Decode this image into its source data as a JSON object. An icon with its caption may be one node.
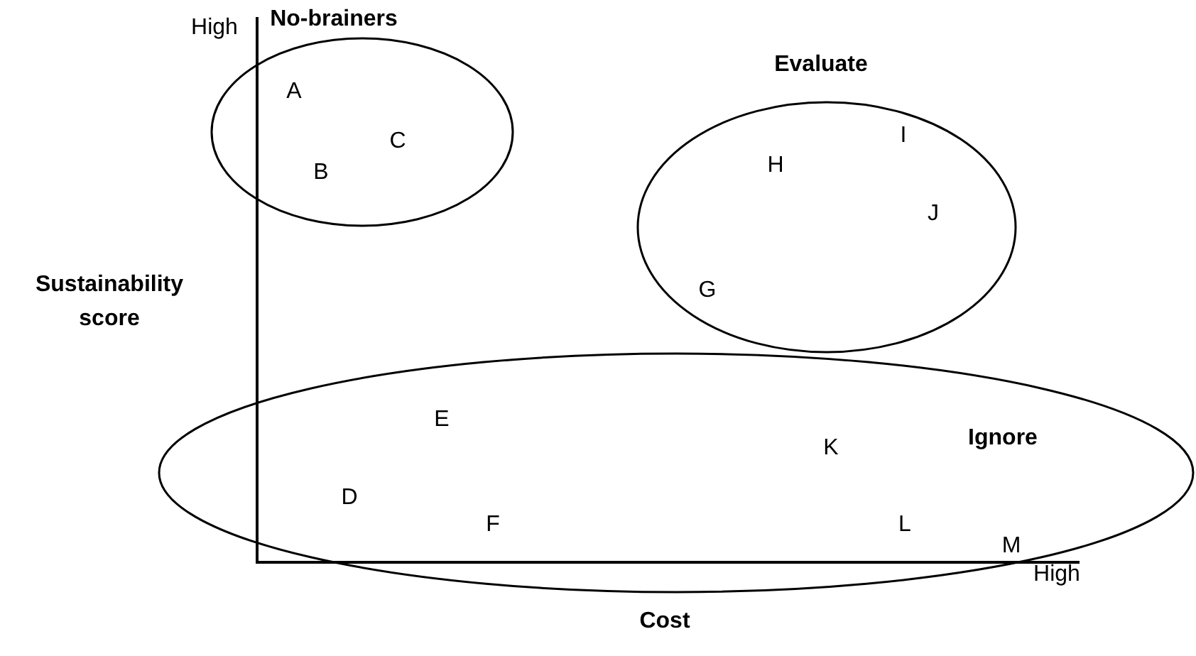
{
  "diagram": {
    "nodes": [
      {
        "text": [
          "No-brainers",
          "A",
          "B",
          "C"
        ]
      },
      {
        "text": [
          "Evaluate",
          "H",
          "I",
          "J",
          "G"
        ]
      },
      {
        "text": [
          "Ignore",
          "E",
          "K",
          "D",
          "F",
          "L",
          "M"
        ]
      }
    ],
    "edges": [],
    "labels": [
      "High",
      "Sustainability score",
      "High",
      "Cost"
    ]
  }
}
